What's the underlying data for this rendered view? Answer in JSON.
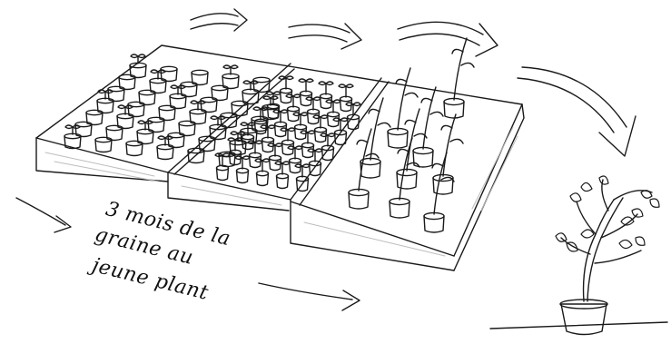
{
  "caption": {
    "line1": "3 mois de la",
    "line2": "graine au",
    "line3": "jeune plant"
  },
  "stages": [
    {
      "name": "seedling-tray",
      "pots_rows": 7,
      "pots_cols": 6
    },
    {
      "name": "sprouting-tray",
      "pots_rows": 6,
      "pots_cols": 5
    },
    {
      "name": "young-plant-tray",
      "pots_rows": 3,
      "pots_cols": 3
    },
    {
      "name": "potted-tree"
    }
  ],
  "colors": {
    "ink": "#1a1a1a",
    "shade": "#d9d9d9",
    "paper": "#ffffff"
  },
  "icons": [
    "curved-arrow-icon",
    "straight-arrow-icon",
    "potted-tree-icon"
  ]
}
